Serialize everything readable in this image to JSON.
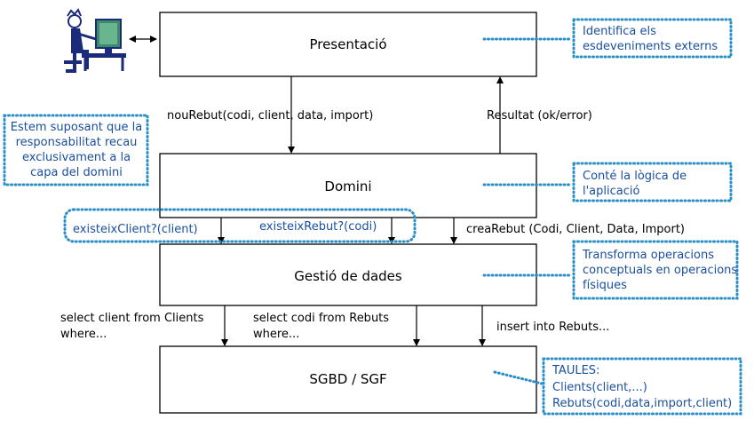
{
  "layers": {
    "presentacio": "Presentació",
    "domini": "Domini",
    "gestio": "Gestió de dades",
    "sgbd": "SGBD / SGF"
  },
  "messages": {
    "nou_rebut": "nouRebut(codi, client, data, import)",
    "resultat": "Resultat (ok/error)",
    "existeix_client": "existeixClient?(client)",
    "existeix_rebut": "existeixRebut?(codi)",
    "crea_rebut": "creaRebut (Codi, Client, Data, Import)",
    "select_client": [
      "select client from Clients",
      "where..."
    ],
    "select_codi": [
      "select codi from Rebuts",
      "where..."
    ],
    "insert": "insert into Rebuts..."
  },
  "notes": {
    "presentacio": [
      "Identifica els",
      "esdeveniments externs"
    ],
    "domini": [
      "Conté la lògica de",
      "l'aplicació"
    ],
    "gestio": [
      "Transforma operacions",
      "conceptuals en operacions",
      "físiques"
    ],
    "sgbd": [
      "TAULES:",
      "Clients(client,...)",
      "Rebuts(codi,data,import,client)"
    ],
    "suposicio": [
      "Estem suposant que la",
      "responsabilitat recau",
      "exclusivament a la",
      "capa del domini"
    ]
  },
  "icons": {
    "user": "user-at-computer-icon"
  },
  "colors": {
    "note_text": "#1a4fa0",
    "dotted_border": "#2a8fc9",
    "monitor": "#2e7d5b"
  }
}
